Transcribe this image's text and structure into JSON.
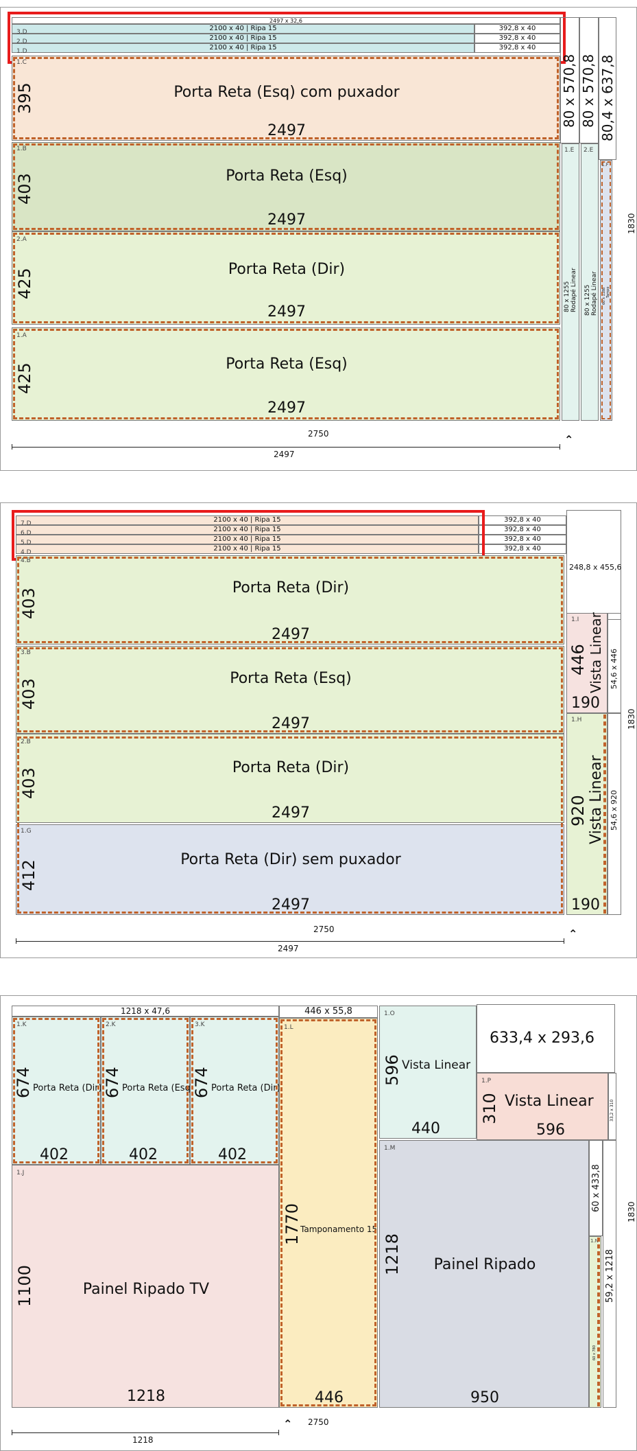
{
  "sheet1": {
    "top_label": "2497 x 32,6",
    "strips": [
      {
        "tag": "3.D",
        "label": "2100 x 40 | Ripa 15",
        "size": "392,8 x 40"
      },
      {
        "tag": "2.D",
        "label": "2100 x 40 | Ripa 15",
        "size": "392,8 x 40"
      },
      {
        "tag": "1.D",
        "label": "2100 x 40 | Ripa 15",
        "size": "392,8 x 40"
      }
    ],
    "doors": [
      {
        "tag": "1.C",
        "height": "395",
        "name": "Porta Reta (Esq) com puxador",
        "width": "2497"
      },
      {
        "tag": "1.B",
        "height": "403",
        "name": "Porta Reta (Esq)",
        "width": "2497"
      },
      {
        "tag": "2.A",
        "height": "425",
        "name": "Porta Reta (Dir)",
        "width": "2497"
      },
      {
        "tag": "1.A",
        "height": "425",
        "name": "Porta Reta (Esq)",
        "width": "2497"
      }
    ],
    "right_offcuts": [
      "80 x 570,8",
      "80 x 570,8",
      "80,4 x 637,8"
    ],
    "rodape": [
      {
        "tag": "1.E",
        "label": "80 x 1255",
        "name": "Rodapé Linear"
      },
      {
        "tag": "2.E",
        "label": "80 x 1255",
        "name": "Rodapé Linear"
      },
      {
        "tag": "1.F",
        "label": "60 x 1188",
        "name": "Tampo"
      }
    ],
    "sheet_height": "1830",
    "sheet_width": "2750",
    "ruler_width": "2497"
  },
  "sheet2": {
    "strips": [
      {
        "tag": "7.D",
        "label": "2100 x 40 | Ripa 15",
        "size": "392,8 x 40"
      },
      {
        "tag": "6.D",
        "label": "2100 x 40 | Ripa 15",
        "size": "392,8 x 40"
      },
      {
        "tag": "5.D",
        "label": "2100 x 40 | Ripa 15",
        "size": "392,8 x 40"
      },
      {
        "tag": "4.D",
        "label": "2100 x 40 | Ripa 15",
        "size": "392,8 x 40"
      }
    ],
    "offcut_top": "248,8 x 455,6",
    "doors": [
      {
        "tag": "4.B",
        "height": "403",
        "name": "Porta Reta (Dir)",
        "width": "2497"
      },
      {
        "tag": "3.B",
        "height": "403",
        "name": "Porta Reta (Esq)",
        "width": "2497"
      },
      {
        "tag": "2.B",
        "height": "403",
        "name": "Porta Reta (Dir)",
        "width": "2497"
      },
      {
        "tag": "1.G",
        "height": "412",
        "name": "Porta Reta (Dir) sem puxador",
        "width": "2497"
      }
    ],
    "vista1": {
      "tag": "1.I",
      "height": "446",
      "name": "Vista Linear",
      "width": "190",
      "offcut": "54,6 x 446"
    },
    "vista2": {
      "tag": "1.H",
      "height": "920",
      "name": "Vista Linear",
      "width": "190",
      "offcut": "54,6 x 920"
    },
    "sheet_height": "1830",
    "sheet_width": "2750",
    "ruler_width": "2497"
  },
  "sheet3": {
    "top_offcut_left": "1218 x 47,6",
    "top_offcut_mid": "446 x 55,8",
    "small_doors": [
      {
        "tag": "1.K",
        "height": "674",
        "name": "Porta Reta (Dir)",
        "width": "402"
      },
      {
        "tag": "2.K",
        "height": "674",
        "name": "Porta Reta (Esq)",
        "width": "402"
      },
      {
        "tag": "3.K",
        "height": "674",
        "name": "Porta Reta (Dir)",
        "width": "402"
      }
    ],
    "painel_tv": {
      "tag": "1.J",
      "height": "1100",
      "name": "Painel Ripado TV",
      "width": "1218"
    },
    "tampon": {
      "tag": "1.L",
      "height": "1770",
      "name": "Tamponamento 15",
      "width": "446"
    },
    "vista_o": {
      "tag": "1.O",
      "height": "596",
      "name": "Vista Linear",
      "width": "440"
    },
    "offcut_big": "633,4 x 293,6",
    "vista_p": {
      "tag": "1.P",
      "height": "310",
      "name": "Vista Linear",
      "width": "596",
      "offcut": "33,2 x 310"
    },
    "painel": {
      "tag": "1.M",
      "height": "1218",
      "name": "Painel Ripado",
      "width": "950"
    },
    "offcut_60": "60 x 433,8",
    "offcut_59": "59,2 x 1218",
    "tag_1n": "1.N",
    "small_vert": "60 x 780",
    "sheet_height": "1830",
    "sheet_width": "2750",
    "ruler_width": "1218"
  },
  "colors": {
    "dash": "#c0622a",
    "highlight": "#e81c1c"
  }
}
